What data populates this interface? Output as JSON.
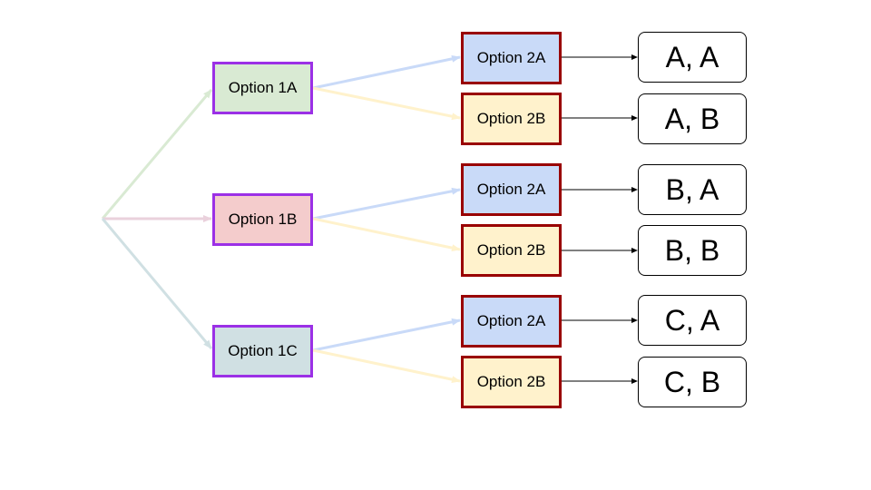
{
  "colors": {
    "option1a_fill": "#d9ead3",
    "option1b_fill": "#f4cccc",
    "option1c_fill": "#d0e0e3",
    "option1_border": "#9b30e6",
    "option2a_fill": "#c9daf8",
    "option2b_fill": "#fff2cc",
    "option2_border": "#990000",
    "edge_green": "#d9ead3",
    "edge_pink": "#ead1dc",
    "edge_teal": "#d0e0e3",
    "edge_blue": "#c9daf8",
    "edge_yellow": "#fff2cc",
    "edge_black": "#000000"
  },
  "level1": [
    {
      "label": "Option 1A"
    },
    {
      "label": "Option 1B"
    },
    {
      "label": "Option 1C"
    }
  ],
  "level2": [
    {
      "a": "Option 2A",
      "b": "Option 2B"
    },
    {
      "a": "Option 2A",
      "b": "Option 2B"
    },
    {
      "a": "Option 2A",
      "b": "Option 2B"
    }
  ],
  "results": [
    {
      "a": "A, A",
      "b": "A, B"
    },
    {
      "a": "B, A",
      "b": "B, B"
    },
    {
      "a": "C, A",
      "b": "C, B"
    }
  ]
}
